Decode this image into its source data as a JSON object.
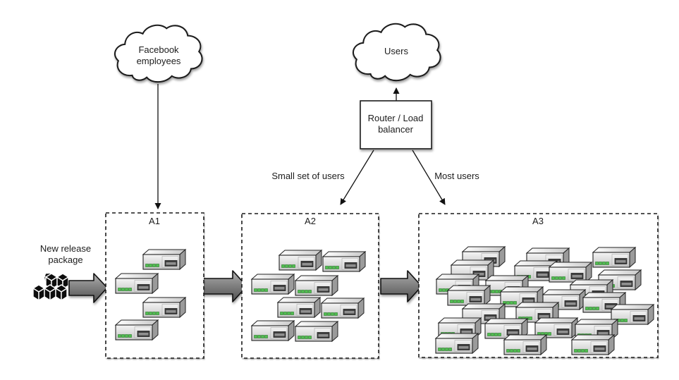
{
  "nodes": {
    "facebook_cloud": {
      "line1": "Facebook",
      "line2": "employees"
    },
    "users_cloud": {
      "label": "Users"
    },
    "router": {
      "line1": "Router / Load",
      "line2": "balancer"
    },
    "package": {
      "line1": "New release",
      "line2": "package"
    }
  },
  "edge_labels": {
    "to_a2": "Small set of users",
    "to_a3": "Most users"
  },
  "stages": [
    {
      "label": "A1",
      "server_count": 4
    },
    {
      "label": "A2",
      "server_count": 8
    },
    {
      "label": "A3",
      "server_count": 24
    }
  ],
  "icons": {
    "server": "server-icon",
    "package": "cubes-package-icon",
    "flow_arrow": "block-arrow-icon"
  },
  "colors": {
    "background": "#ffffff",
    "outline": "#1c1c1c",
    "led_green": "#4fbe4f",
    "server_side_gray": "#9b9b9b",
    "block_arrow_light": "#b5b5b5",
    "block_arrow_dark": "#4f4f4f"
  }
}
